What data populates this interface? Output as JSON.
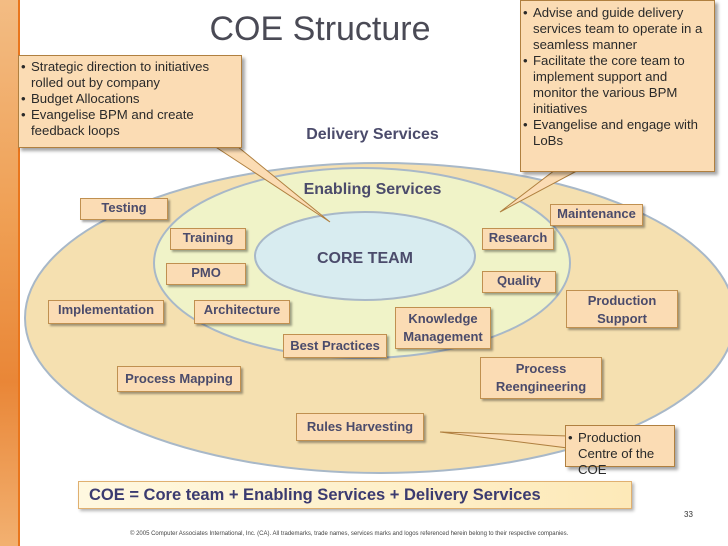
{
  "title": "COE Structure",
  "callout_left": {
    "items": [
      "Strategic direction to initiatives rolled out by company",
      "Budget Allocations",
      "Evangelise BPM and create feedback loops"
    ]
  },
  "callout_right": {
    "items": [
      "Advise and guide delivery services team to operate in a seamless manner",
      "Facilitate the core team to implement support and monitor the various BPM initiatives",
      "Evangelise and engage with LoBs"
    ]
  },
  "callout_bottom": {
    "items": [
      "Production Centre of the COE"
    ]
  },
  "rings": {
    "delivery": "Delivery Services",
    "enabling": "Enabling Services",
    "core": "CORE TEAM"
  },
  "boxes": {
    "testing": "Testing",
    "maintenance": "Maintenance",
    "training": "Training",
    "research": "Research",
    "pmo": "PMO",
    "quality": "Quality",
    "implementation": "Implementation",
    "architecture": "Architecture",
    "knowledge_1": "Knowledge",
    "knowledge_2": "Management",
    "production_1": "Production",
    "production_2": "Support",
    "best_practices": "Best Practices",
    "process_mapping": "Process Mapping",
    "reengineering_1": "Process",
    "reengineering_2": "Reengineering",
    "rules_harvesting": "Rules Harvesting"
  },
  "formula": "COE = Core team + Enabling Services + Delivery Services",
  "page_number": "33",
  "footer": "© 2005 Computer Associates International, Inc. (CA). All trademarks, trade names, services marks and logos referenced herein belong to their respective companies.",
  "colors": {
    "outer_ring": "#f5e0b0",
    "middle_ring": "#f0f3c8",
    "core": "#d8ecf0",
    "box_fill": "#fbdcb4",
    "sidebar": "#e9761d"
  }
}
